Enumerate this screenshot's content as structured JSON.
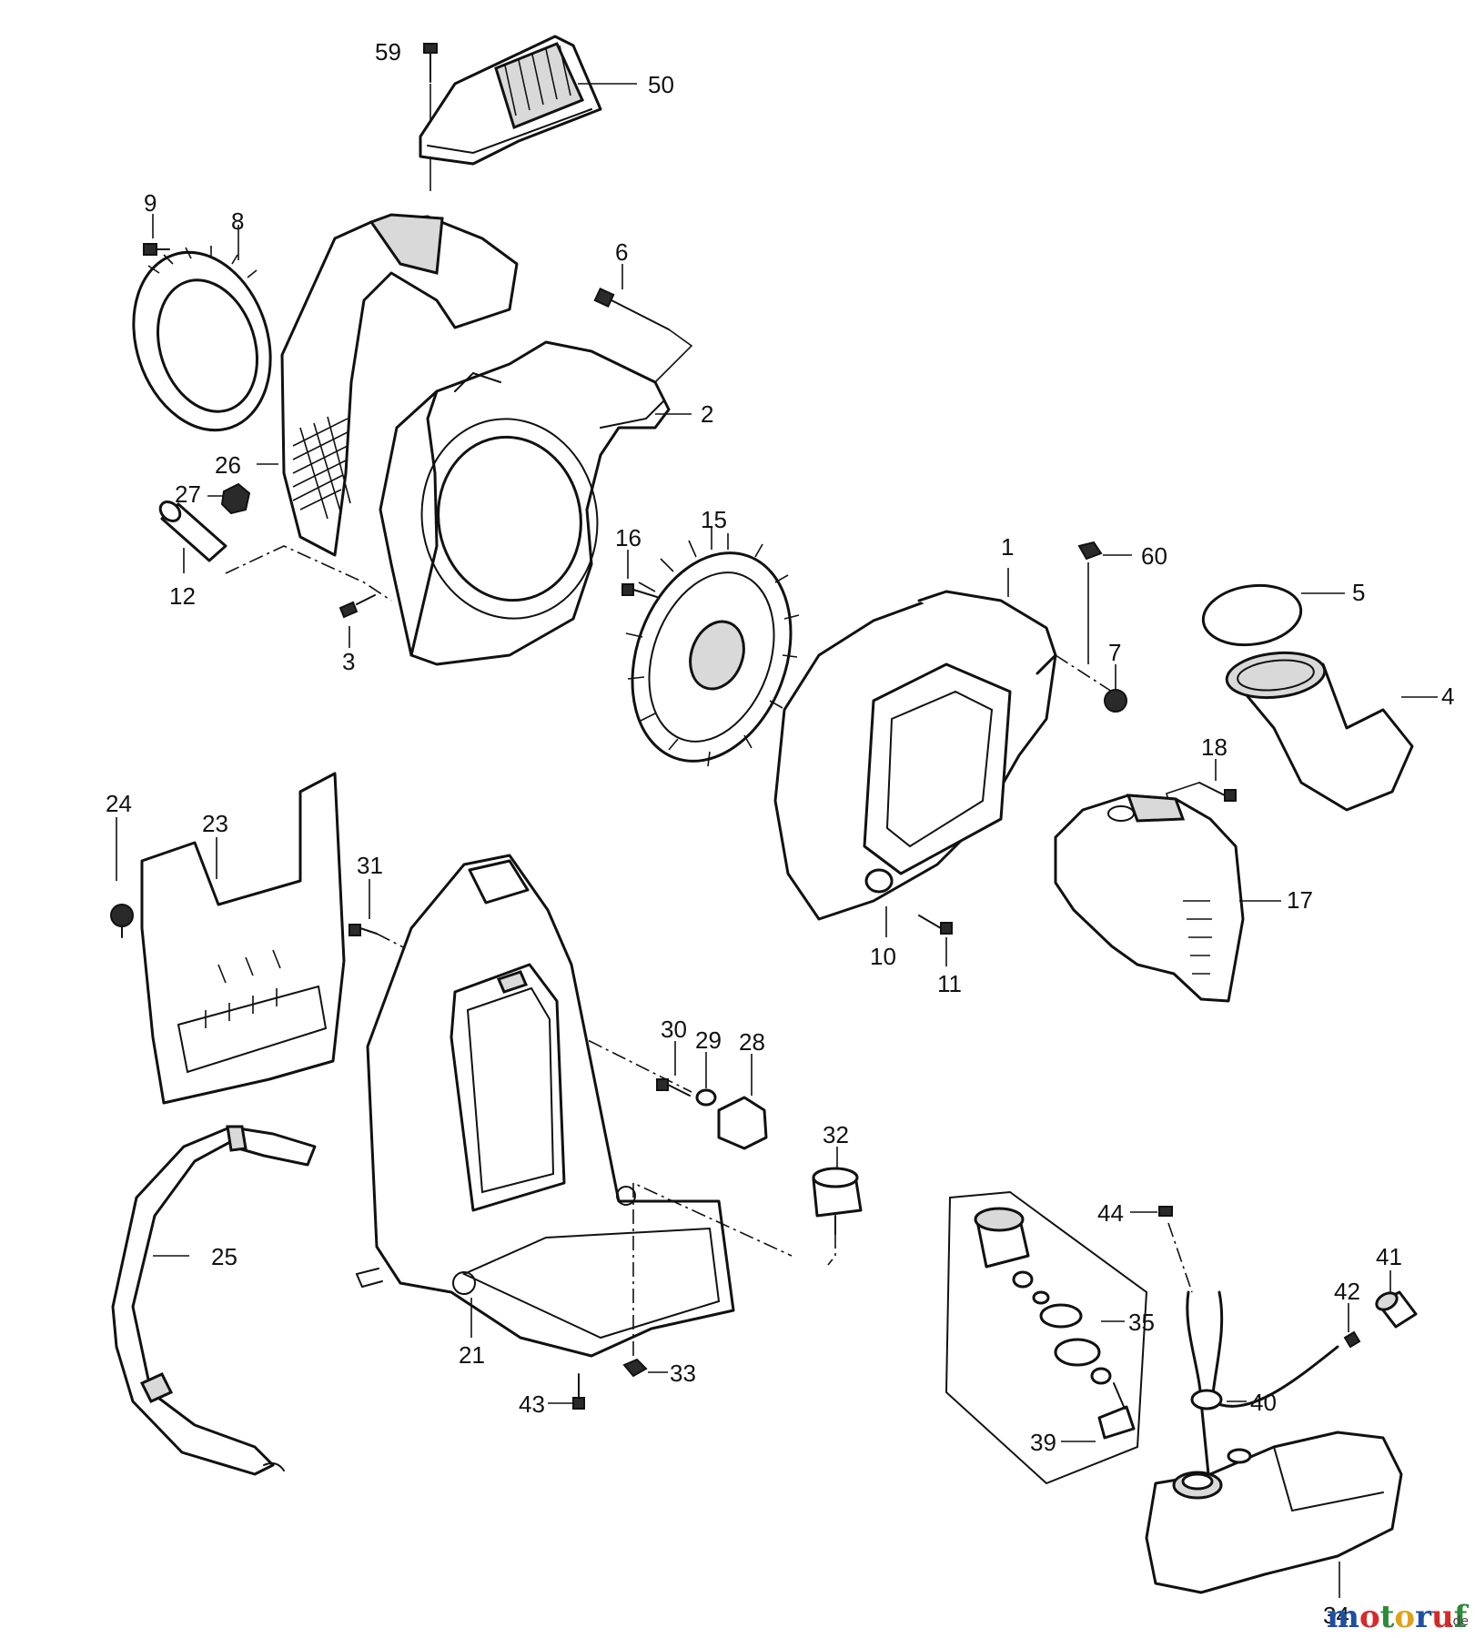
{
  "callouts": {
    "p59": "59",
    "p50": "50",
    "p9": "9",
    "p8": "8",
    "p6": "6",
    "p2": "2",
    "p26": "26",
    "p27": "27",
    "p12": "12",
    "p3": "3",
    "p16": "16",
    "p15": "15",
    "p1": "1",
    "p60": "60",
    "p5": "5",
    "p7": "7",
    "p4": "4",
    "p18": "18",
    "p17": "17",
    "p10": "10",
    "p11": "11",
    "p24": "24",
    "p23": "23",
    "p31": "31",
    "p30": "30",
    "p29": "29",
    "p28": "28",
    "p32": "32",
    "p25": "25",
    "p21": "21",
    "p33": "33",
    "p43": "43",
    "p44": "44",
    "p35": "35",
    "p41": "41",
    "p42": "42",
    "p40": "40",
    "p39": "39",
    "p34": "34"
  },
  "watermark": {
    "brand_m": "m",
    "brand_o1": "o",
    "brand_t": "t",
    "brand_o2": "o",
    "brand_r": "r",
    "brand_u": "u",
    "brand_f": "f",
    "suffix": ".de"
  },
  "colors": {
    "line": "#111111",
    "background": "#ffffff",
    "wm_m": "#1e4fa3",
    "wm_o1": "#d32a2a",
    "wm_t": "#2c8a3a",
    "wm_o2": "#e2a11b",
    "wm_r": "#1e4fa3",
    "wm_u": "#d32a2a",
    "wm_f": "#2c8a3a"
  }
}
